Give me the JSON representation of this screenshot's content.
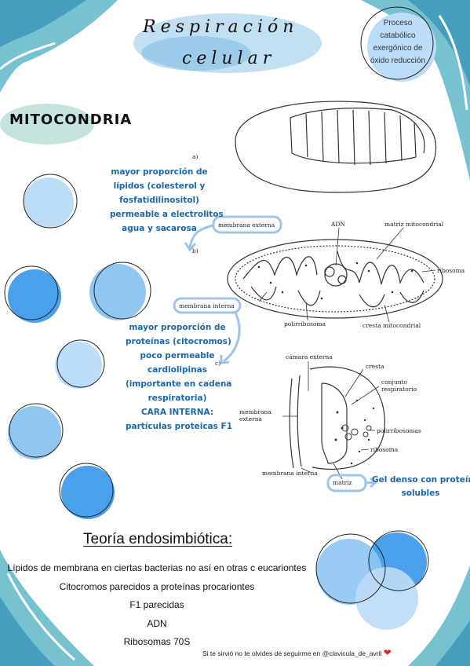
{
  "header": {
    "title_line1": "Respiración",
    "title_line2": "celular",
    "bubble_lines": [
      "Proceso",
      "catabólico",
      "exergónico de",
      "óxido reducción"
    ]
  },
  "section_title": "MITOCONDRIA",
  "notes": {
    "outer_membrane": [
      "mayor proporción de",
      "lípidos (colesterol y",
      "fosfatidilinositol)",
      "permeable a electrolitos",
      "agua y sacarosa"
    ],
    "inner_membrane": [
      "mayor proporción de",
      "proteínas (citocromos)",
      "poco permeable",
      "cardiolipinas",
      "(importante en cadena",
      "respiratoria)",
      "CARA INTERNA:",
      "partículas proteicas F1"
    ],
    "matrix": [
      "Gel denso con proteínas",
      "solubles"
    ]
  },
  "diagram_labels": {
    "a": "a)",
    "b": "b)",
    "c": "c)",
    "membrana_externa": "membrana externa",
    "adn": "ADN",
    "matriz_mitocondrial": "matriz mitocondrial",
    "ribosoma": "ribosoma",
    "membrana_interna": "membrana interna",
    "polirribosoma": "polirribosoma",
    "cresta_mitocondrial": "cresta mitocondrial",
    "camara_externa": "cámara externa",
    "cresta": "cresta",
    "conjunto_respiratorio": "conjunto respiratorio",
    "membrana_externa_c": "membrana externa",
    "polirribosomas": "polirribosomas",
    "ribosoma_c": "ribosoma",
    "membrana_interna_c": "membrana interna",
    "matriz": "matriz"
  },
  "endosymbiotic": {
    "title": "Teoría endosimbiótica:",
    "items": [
      "Lípidos de membrana en ciertas bacterias no así en otras c eucariontes",
      "Citocromos parecidos a proteínas procariontes",
      "F1 parecidas",
      "ADN",
      "Ribosomas 70S"
    ]
  },
  "footer": {
    "text": "Si te sirvió no te olvides de seguirme en @clavicula_de_avril",
    "heart": "❤"
  },
  "colors": {
    "accent_blue": "#1b67a8",
    "teal": "#5fb7c9",
    "light_blue": "#bcdcf7",
    "mid_blue": "#4aa0ea"
  }
}
